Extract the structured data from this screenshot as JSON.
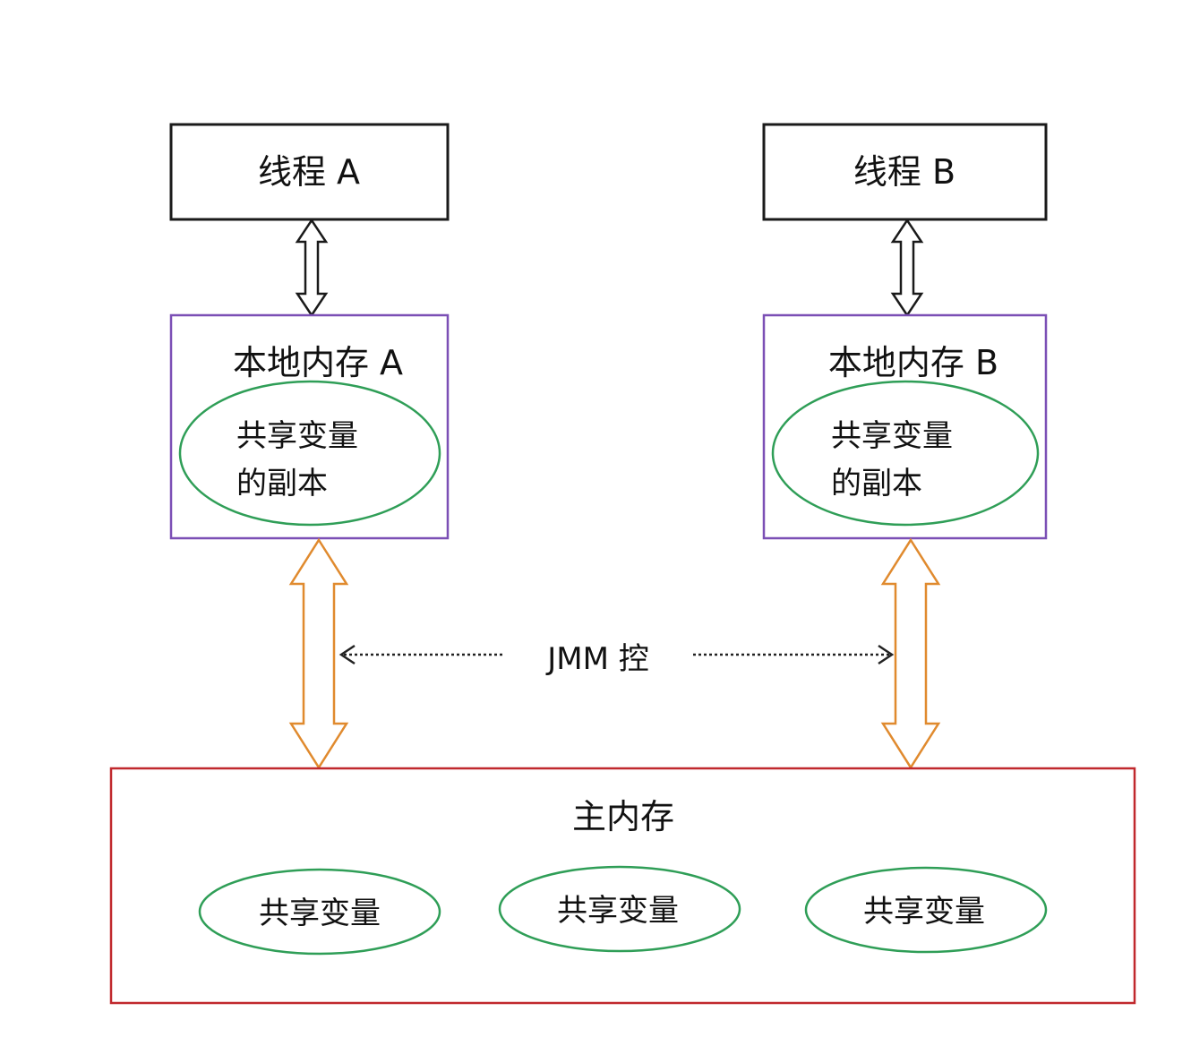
{
  "thread_a": {
    "label": "线程 A"
  },
  "thread_b": {
    "label": "线程 B"
  },
  "local_a": {
    "label": "本地内存 A",
    "copy_line1": "共享变量",
    "copy_line2": "的副本"
  },
  "local_b": {
    "label": "本地内存 B",
    "copy_line1": "共享变量",
    "copy_line2": "的副本"
  },
  "jmm": {
    "label": "JMM 控"
  },
  "main_memory": {
    "label": "主内存",
    "shared_vars": [
      "共享变量",
      "共享变量",
      "共享变量"
    ]
  },
  "colors": {
    "thread_border": "#1a1a1a",
    "local_border": "#7b4fb5",
    "ellipse_border": "#2f9e57",
    "main_border": "#c0282d",
    "sync_arrow": "#e08a2e",
    "thread_arrow": "#1a1a1a",
    "jmm_arrow": "#222222"
  }
}
